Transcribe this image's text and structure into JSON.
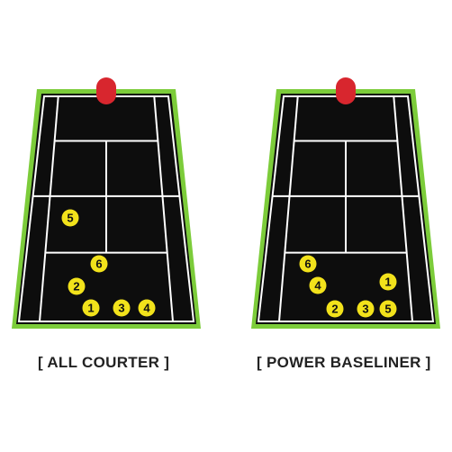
{
  "colors": {
    "court": "#0d0d0d",
    "lines": "#ffffff",
    "border": "#7ccc3a",
    "net_marker": "#d8262e",
    "ball": "#f2e21b",
    "ball_text": "#111111"
  },
  "courts": [
    {
      "caption": "[ ALL COURTER ]",
      "balls": [
        "5",
        "6",
        "2",
        "1",
        "3",
        "4"
      ]
    },
    {
      "caption": "[ POWER BASELINER ]",
      "balls": [
        "6",
        "4",
        "2",
        "3",
        "1",
        "5"
      ]
    }
  ]
}
